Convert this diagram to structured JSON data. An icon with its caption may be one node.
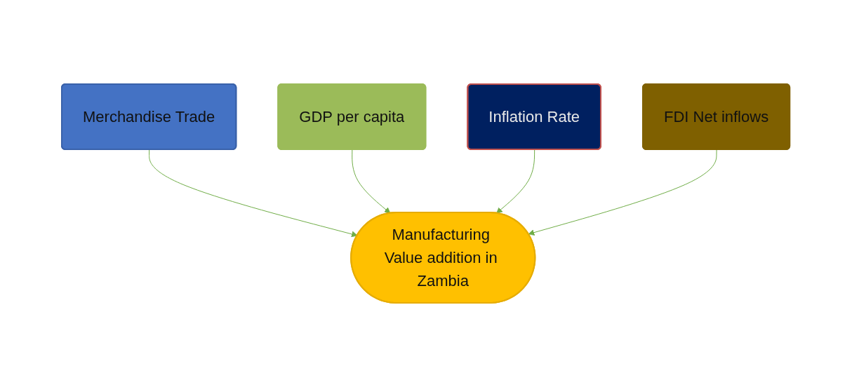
{
  "diagram": {
    "nodes": [
      {
        "text": [
          "Merchandise Trade"
        ]
      },
      {
        "text": [
          "GDP per capita"
        ]
      },
      {
        "text": [
          "Manufacturing Value addition in Zambia"
        ]
      },
      {
        "text": [
          "Inflation Rate"
        ]
      },
      {
        "text": [
          "FDI Net inflows"
        ]
      }
    ],
    "edges": [
      {
        "from": 0,
        "to": 2,
        "arrow": "to"
      },
      {
        "from": 1,
        "to": 2,
        "arrow": "to"
      },
      {
        "from": 3,
        "to": 2,
        "arrow": "to"
      },
      {
        "from": 4,
        "to": 2,
        "arrow": "to"
      }
    ]
  }
}
